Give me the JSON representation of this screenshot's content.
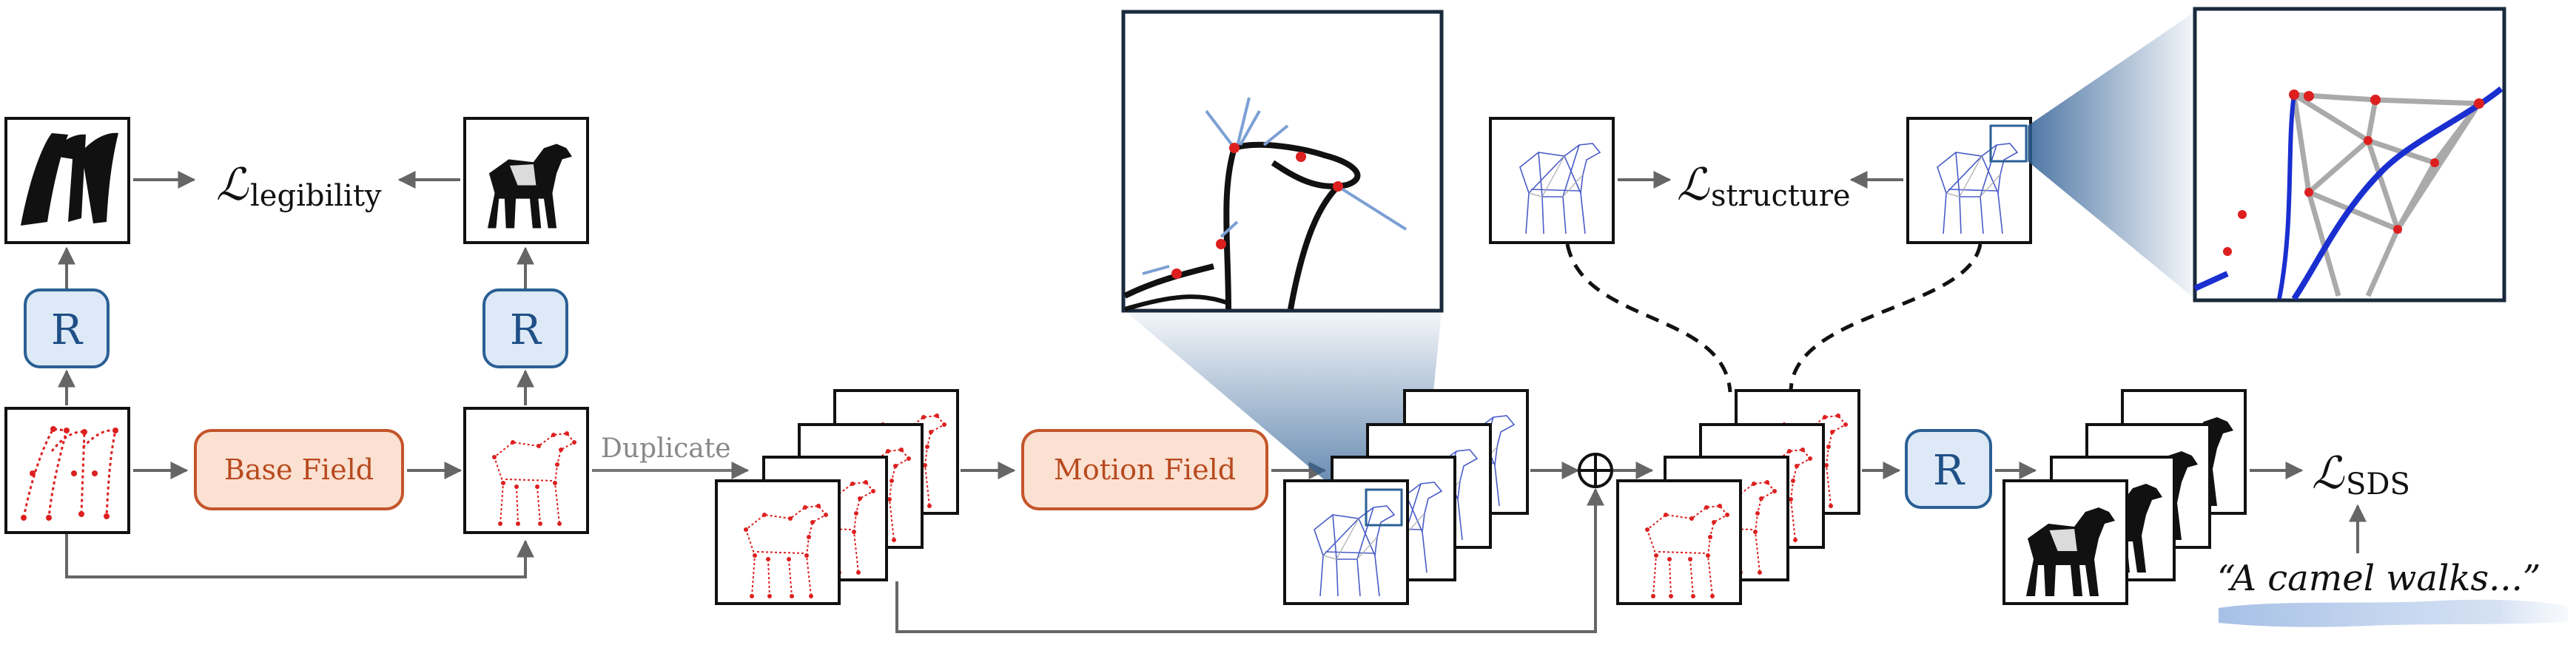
{
  "colors": {
    "arrow": "#666666",
    "frame": "#111111",
    "render_fill": "#dde9f6",
    "render_stroke": "#2a5f95",
    "render_text": "#1f4f86",
    "field_fill": "#fbe1d2",
    "field_stroke": "#c4552a",
    "field_text": "#b84a1f",
    "points": "#dd1f1f",
    "outline_blue": "#4a5cc8",
    "zoom_gradient": "#2f5f95",
    "quote_brush": "#a9c2e6"
  },
  "labels": {
    "render": "R",
    "base_field": "Base Field",
    "motion_field": "Motion Field",
    "duplicate": "Duplicate",
    "sum_symbol": "⊕",
    "prompt": "“A camel walks...”"
  },
  "losses": {
    "legibility": {
      "symbol": "ℒ",
      "subscript": "legibility"
    },
    "structure": {
      "symbol": "ℒ",
      "subscript": "structure"
    },
    "sds": {
      "symbol": "ℒ",
      "subscript": "SDS"
    }
  },
  "icons": {
    "letter_glyph": "letter-m-glyph",
    "camel": "camel-silhouette",
    "zoom": "zoom-inset"
  }
}
